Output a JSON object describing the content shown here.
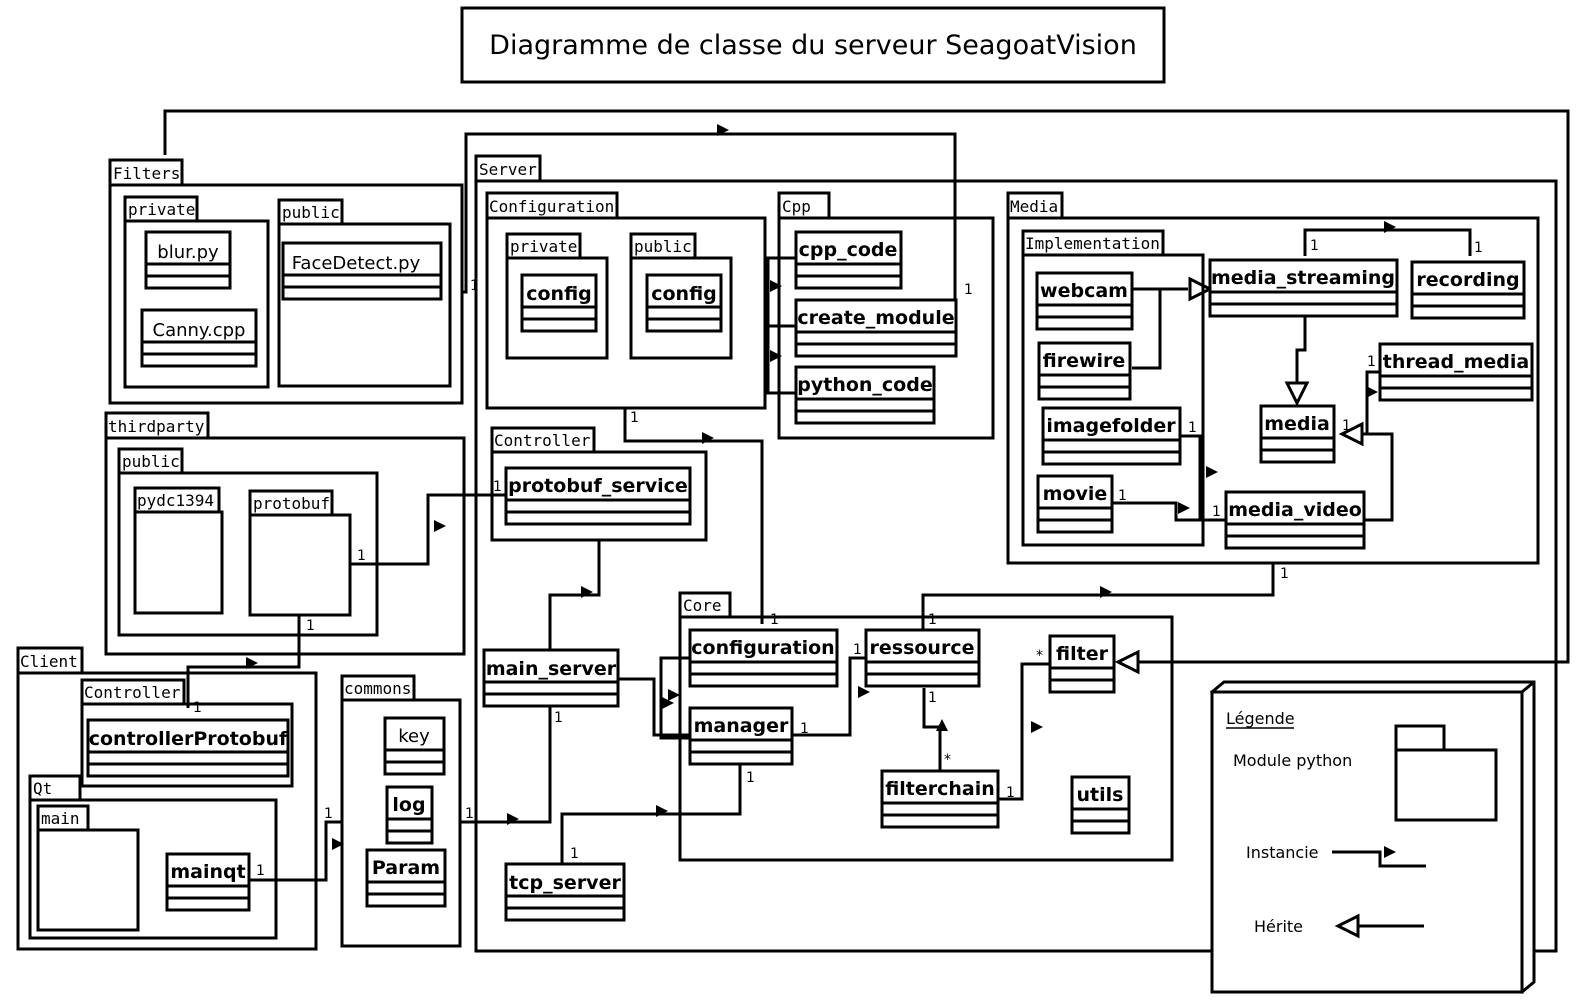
{
  "title": "Diagramme de classe du serveur SeagoatVision",
  "packages": {
    "filters": "Filters",
    "filters_private": "private",
    "filters_public": "public",
    "thirdparty": "thirdparty",
    "thirdparty_public": "public",
    "pydc1394": "pydc1394",
    "protobuf": "protobuf",
    "client": "Client",
    "client_controller": "Controller",
    "qt": "Qt",
    "main": "main",
    "commons": "commons",
    "server": "Server",
    "configuration": "Configuration",
    "configuration_private": "private",
    "configuration_public": "public",
    "cpp": "Cpp",
    "controller": "Controller",
    "core": "Core",
    "media": "Media",
    "implementation": "Implementation"
  },
  "classes": {
    "blur": "blur.py",
    "canny": "Canny.cpp",
    "facedetect": "FaceDetect.py",
    "controllerProtobuf": "controllerProtobuf",
    "mainqt": "mainqt",
    "key": "key",
    "log": "log",
    "param": "Param",
    "config_private": "config",
    "config_public": "config",
    "cpp_code": "cpp_code",
    "create_module": "create_module",
    "python_code": "python_code",
    "protobuf_service": "protobuf_service",
    "main_server": "main_server",
    "tcp_server": "tcp_server",
    "core_configuration": "configuration",
    "manager": "manager",
    "ressource": "ressource",
    "filterchain": "filterchain",
    "filter": "filter",
    "utils": "utils",
    "webcam": "webcam",
    "firewire": "firewire",
    "imagefolder": "imagefolder",
    "movie": "movie",
    "media_streaming": "media_streaming",
    "recording": "recording",
    "thread_media": "thread_media",
    "media": "media",
    "media_video": "media_video"
  },
  "multiplicities": {
    "one": "1",
    "many": "*"
  },
  "legend": {
    "title": "Légende",
    "module": "Module python",
    "instancie": "Instancie",
    "herite": "Hérite"
  }
}
